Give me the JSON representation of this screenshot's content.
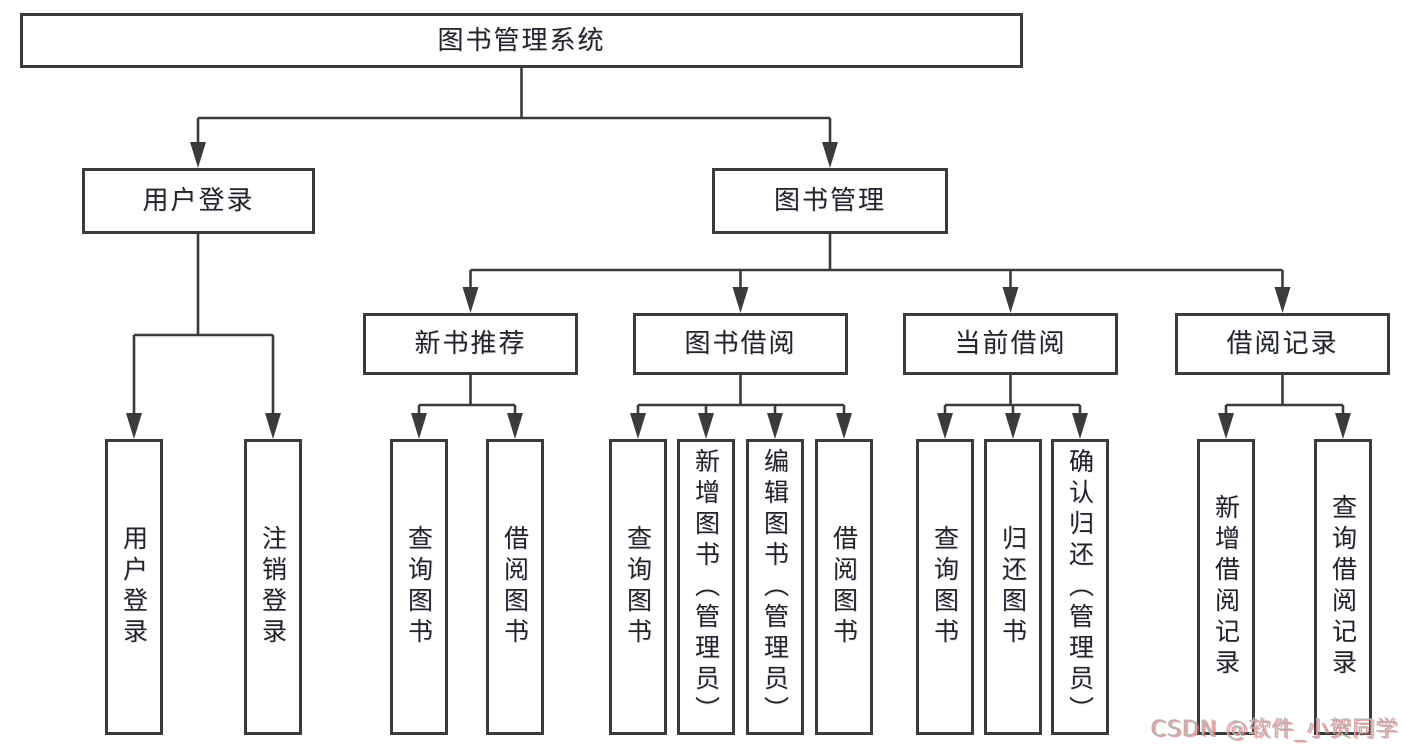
{
  "diagram": {
    "root": {
      "label": "图书管理系统"
    },
    "level2": [
      {
        "label": "用户登录"
      },
      {
        "label": "图书管理"
      }
    ],
    "level3": [
      {
        "label": "新书推荐",
        "parent": "图书管理"
      },
      {
        "label": "图书借阅",
        "parent": "图书管理"
      },
      {
        "label": "当前借阅",
        "parent": "图书管理"
      },
      {
        "label": "借阅记录",
        "parent": "图书管理"
      }
    ],
    "leaves": [
      {
        "label": "用户登录",
        "parent": "用户登录"
      },
      {
        "label": "注销登录",
        "parent": "用户登录"
      },
      {
        "label": "查询图书",
        "parent": "新书推荐"
      },
      {
        "label": "借阅图书",
        "parent": "新书推荐"
      },
      {
        "label": "查询图书",
        "parent": "图书借阅"
      },
      {
        "label": "新增图书（管理员）",
        "parent": "图书借阅"
      },
      {
        "label": "编辑图书（管理员）",
        "parent": "图书借阅"
      },
      {
        "label": "借阅图书",
        "parent": "图书借阅"
      },
      {
        "label": "查询图书",
        "parent": "当前借阅"
      },
      {
        "label": "归还图书",
        "parent": "当前借阅"
      },
      {
        "label": "确认归还（管理员）",
        "parent": "当前借阅"
      },
      {
        "label": "新增借阅记录",
        "parent": "借阅记录"
      },
      {
        "label": "查询借阅记录",
        "parent": "借阅记录"
      }
    ],
    "watermark": "CSDN @软件_小贺同学",
    "colors": {
      "line": "#3b3b3b",
      "text": "#242424",
      "background": "#ffffff",
      "watermark_gray": "#b7b3b3",
      "watermark_red": "#f45c5c"
    }
  }
}
